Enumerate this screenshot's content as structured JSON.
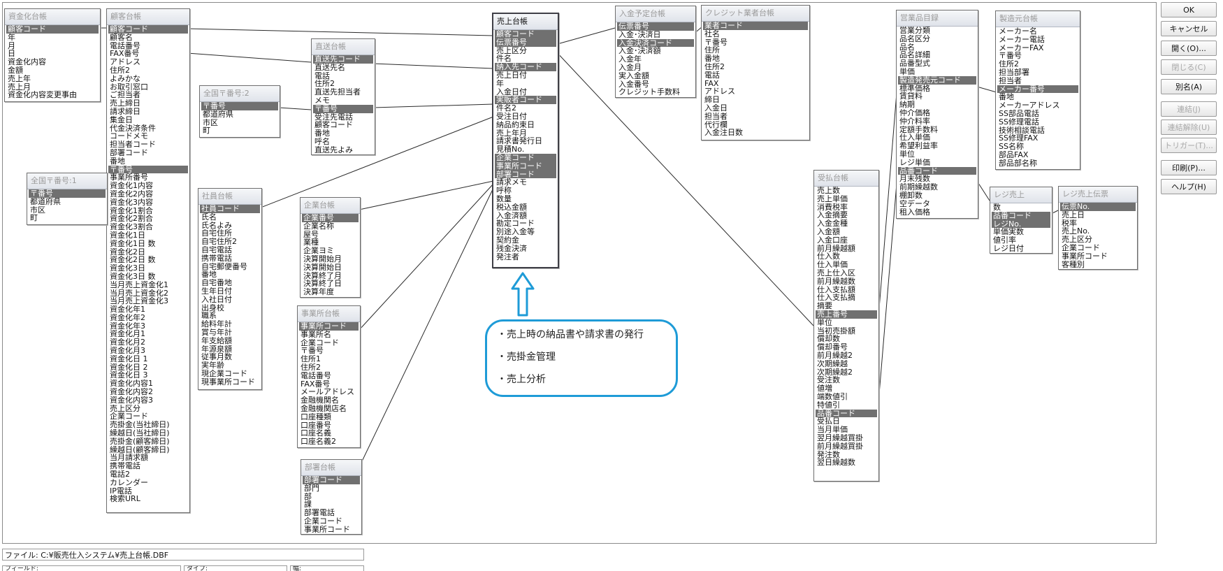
{
  "tables": [
    {
      "id": "shikin",
      "title": "資金化台帳",
      "fields": [
        {
          "n": "顧客コード",
          "k": true
        },
        {
          "n": "年"
        },
        {
          "n": "月"
        },
        {
          "n": "日"
        },
        {
          "n": "資金化内容"
        },
        {
          "n": "金額"
        },
        {
          "n": "売上年"
        },
        {
          "n": "売上月"
        },
        {
          "n": "資金化内容変更事由"
        }
      ]
    },
    {
      "id": "kokyaku",
      "title": "顧客台帳",
      "fields": [
        {
          "n": "顧客コード",
          "k": true
        },
        {
          "n": "顧客名"
        },
        {
          "n": "電話番号"
        },
        {
          "n": "FAX番号"
        },
        {
          "n": "アドレス"
        },
        {
          "n": "住所2"
        },
        {
          "n": "よみかな"
        },
        {
          "n": "お取引窓口"
        },
        {
          "n": "ご担当者"
        },
        {
          "n": "売上締日"
        },
        {
          "n": "請求締日"
        },
        {
          "n": "集金日"
        },
        {
          "n": "代金決済条件"
        },
        {
          "n": "コードメモ"
        },
        {
          "n": "担当者コード"
        },
        {
          "n": "部署コード"
        },
        {
          "n": "番地"
        },
        {
          "n": "〒番号",
          "k": true
        },
        {
          "n": "事業所番号"
        },
        {
          "n": "資金化1内容"
        },
        {
          "n": "資金化2内容"
        },
        {
          "n": "資金化3内容"
        },
        {
          "n": "資金化1割合"
        },
        {
          "n": "資金化2割合"
        },
        {
          "n": "資金化3割合"
        },
        {
          "n": "資金化1日"
        },
        {
          "n": "資金化1日 数"
        },
        {
          "n": "資金化2日"
        },
        {
          "n": "資金化2日 数"
        },
        {
          "n": "資金化3日"
        },
        {
          "n": "資金化3日 数"
        },
        {
          "n": "当月売上資金化1"
        },
        {
          "n": "当月売上資金化2"
        },
        {
          "n": "当月売上資金化3"
        },
        {
          "n": "資金化年1"
        },
        {
          "n": "資金化年2"
        },
        {
          "n": "資金化年3"
        },
        {
          "n": "資金化月1"
        },
        {
          "n": "資金化月2"
        },
        {
          "n": "資金化月3"
        },
        {
          "n": "資金化日 1"
        },
        {
          "n": "資金化日 2"
        },
        {
          "n": "資金化日 3"
        },
        {
          "n": "資金化内容1"
        },
        {
          "n": "資金化内容2"
        },
        {
          "n": "資金化内容3"
        },
        {
          "n": "売上区分"
        },
        {
          "n": "企業コード"
        },
        {
          "n": "売掛金(当社締日)"
        },
        {
          "n": "繰越日(当社締日)"
        },
        {
          "n": "売掛金(顧客締日)"
        },
        {
          "n": "繰越日(顧客締日)"
        },
        {
          "n": "当月請求額"
        },
        {
          "n": "携帯電話"
        },
        {
          "n": "電話2"
        },
        {
          "n": "カレンダー"
        },
        {
          "n": "IP電話"
        },
        {
          "n": "検索URL"
        }
      ]
    },
    {
      "id": "zenkoku1",
      "title": "全国〒番号:1",
      "fields": [
        {
          "n": "〒番号",
          "k": true
        },
        {
          "n": "都道府県"
        },
        {
          "n": "市区"
        },
        {
          "n": "町"
        }
      ]
    },
    {
      "id": "zenkoku2",
      "title": "全国〒番号:2",
      "fields": [
        {
          "n": "〒番号",
          "k": true
        },
        {
          "n": "都道府県"
        },
        {
          "n": "市区"
        },
        {
          "n": "町"
        }
      ]
    },
    {
      "id": "chokuso",
      "title": "直送台帳",
      "fields": [
        {
          "n": "直送先コード",
          "k": true
        },
        {
          "n": "直送先名"
        },
        {
          "n": "電話"
        },
        {
          "n": "住所2"
        },
        {
          "n": "直送先担当者"
        },
        {
          "n": "メモ"
        },
        {
          "n": "〒番号",
          "k": true
        },
        {
          "n": "受注先電話"
        },
        {
          "n": "顧客コード"
        },
        {
          "n": "番地"
        },
        {
          "n": "呼名"
        },
        {
          "n": "直送先よみ"
        }
      ]
    },
    {
      "id": "shain",
      "title": "社員台帳",
      "fields": [
        {
          "n": "社員コード",
          "k": true
        },
        {
          "n": "氏名"
        },
        {
          "n": "氏名よみ"
        },
        {
          "n": "自宅住所"
        },
        {
          "n": "自宅住所2"
        },
        {
          "n": "自宅電話"
        },
        {
          "n": "携帯電話"
        },
        {
          "n": "自宅郵便番号"
        },
        {
          "n": "番地"
        },
        {
          "n": "自宅番地"
        },
        {
          "n": "生年日付"
        },
        {
          "n": "入社日付"
        },
        {
          "n": "出身校"
        },
        {
          "n": "職系"
        },
        {
          "n": "給料年計"
        },
        {
          "n": "賞与年計"
        },
        {
          "n": "年支給額"
        },
        {
          "n": "年源泉額"
        },
        {
          "n": "従事月数"
        },
        {
          "n": "実年齢"
        },
        {
          "n": "現企業コード"
        },
        {
          "n": "現事業所コード"
        }
      ]
    },
    {
      "id": "kigyo",
      "title": "企業台帳",
      "fields": [
        {
          "n": "企業番号",
          "k": true
        },
        {
          "n": "企業名称"
        },
        {
          "n": "屋号"
        },
        {
          "n": "業種"
        },
        {
          "n": "企業ヨミ"
        },
        {
          "n": "決算開始月"
        },
        {
          "n": "決算開始日"
        },
        {
          "n": "決算終了月"
        },
        {
          "n": "決算終了日"
        },
        {
          "n": "決算年度"
        }
      ]
    },
    {
      "id": "jigyosho",
      "title": "事業所台帳",
      "fields": [
        {
          "n": "事業所コード",
          "k": true
        },
        {
          "n": "事業所名"
        },
        {
          "n": "企業コード"
        },
        {
          "n": "〒番号"
        },
        {
          "n": "住所1"
        },
        {
          "n": "住所2"
        },
        {
          "n": "電話番号"
        },
        {
          "n": "FAX番号"
        },
        {
          "n": "メールアドレス"
        },
        {
          "n": "金融機関名"
        },
        {
          "n": "金融機関店名"
        },
        {
          "n": "口座種類"
        },
        {
          "n": "口座番号"
        },
        {
          "n": "口座名義"
        },
        {
          "n": "口座名義2"
        }
      ]
    },
    {
      "id": "busho",
      "title": "部署台帳",
      "fields": [
        {
          "n": "部署コード",
          "k": true
        },
        {
          "n": "部門"
        },
        {
          "n": "部"
        },
        {
          "n": "課"
        },
        {
          "n": "部署電話"
        },
        {
          "n": "企業コード"
        },
        {
          "n": "事業所コード"
        }
      ]
    },
    {
      "id": "uriage",
      "title": "売上台帳",
      "active": true,
      "fields": [
        {
          "n": "顧客コード",
          "k": true
        },
        {
          "n": "伝票番号",
          "k": true
        },
        {
          "n": "売上区分"
        },
        {
          "n": "件名"
        },
        {
          "n": "納入先コード",
          "k": true
        },
        {
          "n": "売上日付"
        },
        {
          "n": "年"
        },
        {
          "n": "入金日付"
        },
        {
          "n": "実販者コード",
          "k": true
        },
        {
          "n": "件名2"
        },
        {
          "n": "受注日付"
        },
        {
          "n": "納品約束日"
        },
        {
          "n": "売上年月"
        },
        {
          "n": "請求書発行日"
        },
        {
          "n": "見積No."
        },
        {
          "n": "企業コード",
          "k": true
        },
        {
          "n": "事業所コード",
          "k": true
        },
        {
          "n": "部署コード",
          "k": true
        },
        {
          "n": "請求メモ"
        },
        {
          "n": "呼称"
        },
        {
          "n": "数量"
        },
        {
          "n": "税込金額"
        },
        {
          "n": "入金済額"
        },
        {
          "n": "勘定コード"
        },
        {
          "n": "別途入金等"
        },
        {
          "n": "契約金"
        },
        {
          "n": "残金決済"
        },
        {
          "n": "発注者"
        }
      ]
    },
    {
      "id": "nyukin",
      "title": "入金予定台帳",
      "fields": [
        {
          "n": "伝票番号",
          "k": true
        },
        {
          "n": "入金･決済日"
        },
        {
          "n": "入金決済コード",
          "k": true
        },
        {
          "n": "入金･決済額"
        },
        {
          "n": "入金年"
        },
        {
          "n": "入金月"
        },
        {
          "n": "実入金額"
        },
        {
          "n": "入金番号"
        },
        {
          "n": "クレジット手数料"
        }
      ]
    },
    {
      "id": "credit",
      "title": "クレジット業者台帳",
      "fields": [
        {
          "n": "業者コード",
          "k": true
        },
        {
          "n": "社名"
        },
        {
          "n": "〒番号"
        },
        {
          "n": "住所"
        },
        {
          "n": "番地"
        },
        {
          "n": "住所2"
        },
        {
          "n": "電話"
        },
        {
          "n": "FAX"
        },
        {
          "n": "アドレス"
        },
        {
          "n": "締日"
        },
        {
          "n": "入金日"
        },
        {
          "n": "担当者"
        },
        {
          "n": "代行欄"
        },
        {
          "n": "入金注日数"
        }
      ]
    },
    {
      "id": "eigyo",
      "title": "営業品目録",
      "fields": [
        {
          "n": "営業分類"
        },
        {
          "n": "品名区分"
        },
        {
          "n": "品名"
        },
        {
          "n": "品名詳細"
        },
        {
          "n": "品番型式"
        },
        {
          "n": "単価"
        },
        {
          "n": "製造発売元コード",
          "k": true
        },
        {
          "n": "標準価格"
        },
        {
          "n": "賃貸料"
        },
        {
          "n": "納期"
        },
        {
          "n": "仲介価格"
        },
        {
          "n": "仲介料率"
        },
        {
          "n": "定額手数料"
        },
        {
          "n": "仕入単価"
        },
        {
          "n": "希望利益率"
        },
        {
          "n": "単位"
        },
        {
          "n": "レジ単価"
        },
        {
          "n": "品番コード",
          "k": true
        },
        {
          "n": "月末残数"
        },
        {
          "n": "前期繰越数"
        },
        {
          "n": "棚卸数"
        },
        {
          "n": "空データ"
        },
        {
          "n": "租入価格"
        }
      ]
    },
    {
      "id": "seizo",
      "title": "製造元台帳",
      "fields": [
        {
          "n": "メーカー名"
        },
        {
          "n": "メーカー電話"
        },
        {
          "n": "メーカーFAX"
        },
        {
          "n": "〒番号"
        },
        {
          "n": "住所2"
        },
        {
          "n": "担当部署"
        },
        {
          "n": "担当者"
        },
        {
          "n": "メーカー番号",
          "k": true
        },
        {
          "n": "番地"
        },
        {
          "n": "メーカーアドレス"
        },
        {
          "n": "SS部品電話"
        },
        {
          "n": "SS修理電話"
        },
        {
          "n": "技術相談電話"
        },
        {
          "n": "SS修理FAX"
        },
        {
          "n": "SS名称"
        },
        {
          "n": "部品FAX"
        },
        {
          "n": "部品部名称"
        }
      ]
    },
    {
      "id": "ukeharai",
      "title": "受払台帳",
      "fields": [
        {
          "n": "売上数"
        },
        {
          "n": "売上単価"
        },
        {
          "n": "消費税率"
        },
        {
          "n": "入金摘要"
        },
        {
          "n": "入金金種"
        },
        {
          "n": "入金額"
        },
        {
          "n": "入金口座"
        },
        {
          "n": "前月繰越額"
        },
        {
          "n": "仕入数"
        },
        {
          "n": "仕入単価"
        },
        {
          "n": "売上仕入区"
        },
        {
          "n": "前月繰越数"
        },
        {
          "n": "仕入支払額"
        },
        {
          "n": "仕入支払摘"
        },
        {
          "n": "摘要"
        },
        {
          "n": "売上番号",
          "k": true
        },
        {
          "n": "単位"
        },
        {
          "n": "当初売掛額"
        },
        {
          "n": "償却数"
        },
        {
          "n": "償却番号"
        },
        {
          "n": "前月繰越2"
        },
        {
          "n": "次期繰越"
        },
        {
          "n": "次期繰越2"
        },
        {
          "n": "受注数"
        },
        {
          "n": "値増"
        },
        {
          "n": "端数値引"
        },
        {
          "n": "特値引"
        },
        {
          "n": "品番コード",
          "k": true
        },
        {
          "n": "受払日"
        },
        {
          "n": "当月単価"
        },
        {
          "n": "翌月繰越買掛"
        },
        {
          "n": "前月繰越買掛"
        },
        {
          "n": "発注数"
        },
        {
          "n": "翌日繰越数"
        }
      ]
    },
    {
      "id": "reji",
      "title": "レジ売上",
      "fields": [
        {
          "n": "数"
        },
        {
          "n": "品番コード",
          "k": true
        },
        {
          "n": "レジNo.",
          "k": true
        },
        {
          "n": "単価実数"
        },
        {
          "n": "値引率"
        },
        {
          "n": "レジ日付"
        }
      ]
    },
    {
      "id": "rejiden",
      "title": "レジ売上伝票",
      "fields": [
        {
          "n": "伝票No.",
          "k": true
        },
        {
          "n": "売上日"
        },
        {
          "n": "税率"
        },
        {
          "n": "売上No."
        },
        {
          "n": "売上区分"
        },
        {
          "n": "企業コード"
        },
        {
          "n": "事業所コード"
        },
        {
          "n": "客種別"
        }
      ]
    }
  ],
  "callout": {
    "items": [
      "・売上時の納品書や請求書の発行",
      "・売掛金管理",
      "・売上分析"
    ]
  },
  "buttons": [
    {
      "label": "OK",
      "enabled": true
    },
    {
      "label": "キャンセル",
      "enabled": true
    },
    {
      "label": "開く(O)...",
      "enabled": true
    },
    {
      "label": "閉じる(C)",
      "enabled": false
    },
    {
      "label": "別名(A)",
      "enabled": true
    },
    {
      "label": "連結(J)",
      "enabled": false
    },
    {
      "label": "連結解除(U)",
      "enabled": false
    },
    {
      "label": "トリガー(T)...",
      "enabled": false
    },
    {
      "label": "印刷(P)...",
      "enabled": true
    },
    {
      "label": "ヘルプ(H)",
      "enabled": true
    }
  ],
  "status": {
    "file": "ファイル: C:¥販売仕入システム¥売上台帳.DBF",
    "field_label": "フィールド:",
    "type_label": "タイプ:",
    "width_label": "幅:"
  },
  "colors": {
    "accent": "#1e9bd7",
    "key_row": "#707070"
  }
}
